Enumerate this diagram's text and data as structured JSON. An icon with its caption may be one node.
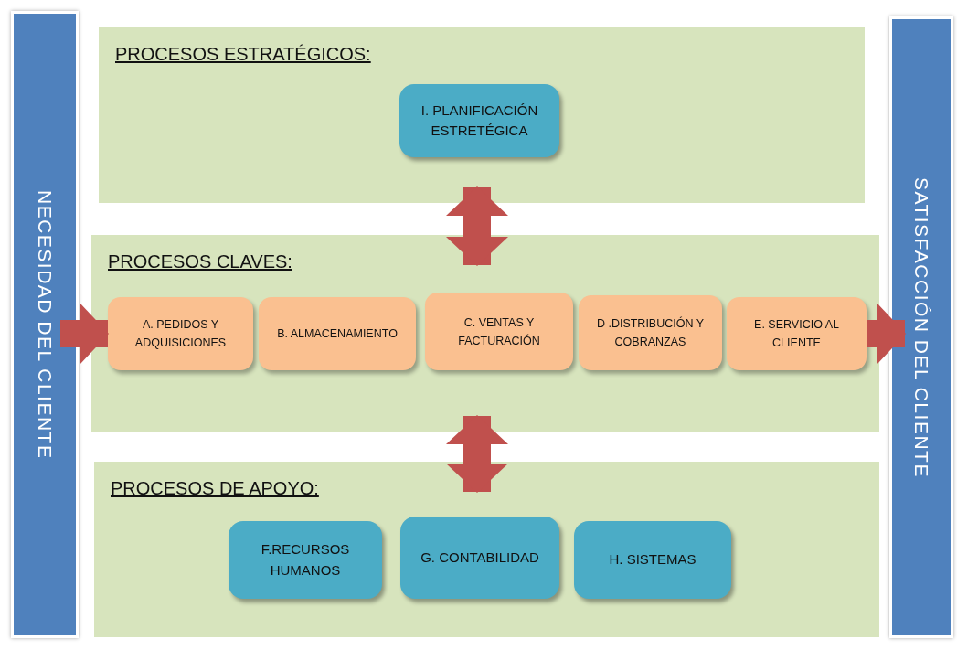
{
  "diagram": {
    "nodes": [
      {
        "text": [
          "NECESIDAD DEL CLIENTE"
        ]
      },
      {
        "text": [
          "PROCESOS ESTRATÉGICOS:"
        ]
      },
      {
        "text": [
          "I. PLANIFICACIÓN ESTRETÉGICA"
        ],
        "in": 1
      },
      {
        "text": [
          "PROCESOS CLAVES:"
        ]
      },
      {
        "text": [
          "A. PEDIDOS Y ADQUISICIONES"
        ],
        "in": 3
      },
      {
        "text": [
          "B. ALMACENAMIENTO"
        ],
        "in": 3
      },
      {
        "text": [
          "C. VENTAS Y FACTURACIÓN"
        ],
        "in": 3
      },
      {
        "text": [
          "D .DISTRIBUCIÓN Y COBRANZAS"
        ],
        "in": 3
      },
      {
        "text": [
          "E. SERVICIO AL CLIENTE"
        ],
        "in": 3
      },
      {
        "text": [
          "PROCESOS DE APOYO:"
        ]
      },
      {
        "text": [
          "F.RECURSOS HUMANOS"
        ],
        "in": 9
      },
      {
        "text": [
          "G. CONTABILIDAD"
        ],
        "in": 9
      },
      {
        "text": [
          "H. SISTEMAS"
        ],
        "in": 9
      },
      {
        "text": [
          "SATISFACCIÓN DEL CLIENTE"
        ]
      }
    ],
    "edges": [
      {
        "from": 1,
        "to": 3,
        "arrow": "both"
      },
      {
        "from": 3,
        "to": 9,
        "arrow": "both"
      },
      {
        "from": 0,
        "to": 4,
        "arrow": "to"
      },
      {
        "from": 8,
        "to": 13,
        "arrow": "to"
      }
    ]
  }
}
